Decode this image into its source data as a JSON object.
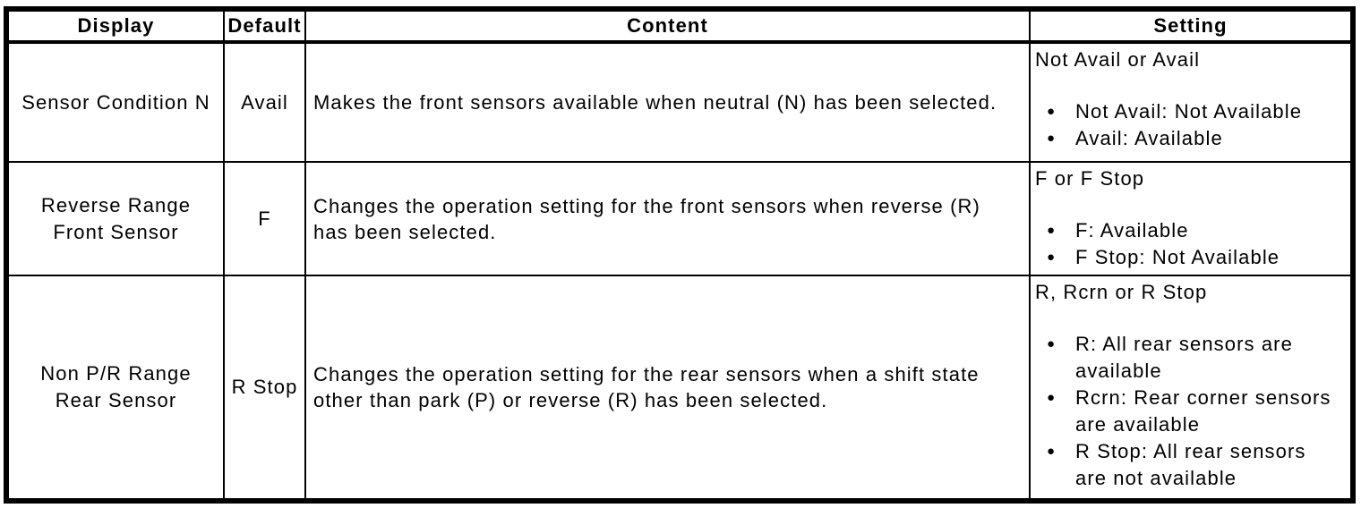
{
  "icons": {
    "bullet": "●"
  },
  "table": {
    "headers": [
      "Display",
      "Default",
      "Content",
      "Setting"
    ],
    "rows": [
      {
        "display": "Sensor Condition N",
        "default": "Avail",
        "content": "Makes the front sensors available when neutral (N) has been selected.",
        "setting": {
          "options_line": "Not Avail or Avail",
          "bullets": [
            "Not Avail: Not Available",
            "Avail: Available"
          ]
        }
      },
      {
        "display": "Reverse Range\nFront Sensor",
        "default": "F",
        "content": "Changes the operation setting for the front sensors when reverse (R)\nhas been selected.",
        "setting": {
          "options_line": "F or F Stop",
          "bullets": [
            "F: Available",
            "F Stop: Not Available"
          ]
        }
      },
      {
        "display": "Non P/R Range\nRear Sensor",
        "default": "R Stop",
        "content": "Changes the operation setting for the rear sensors when a shift state\nother than park (P) or reverse (R) has been selected.",
        "setting": {
          "options_line": "R, Rcrn or R Stop",
          "bullets": [
            "R: All rear sensors are\navailable",
            "Rcrn: Rear corner sensors\nare available",
            "R Stop: All rear sensors\nare not available"
          ]
        }
      }
    ]
  }
}
